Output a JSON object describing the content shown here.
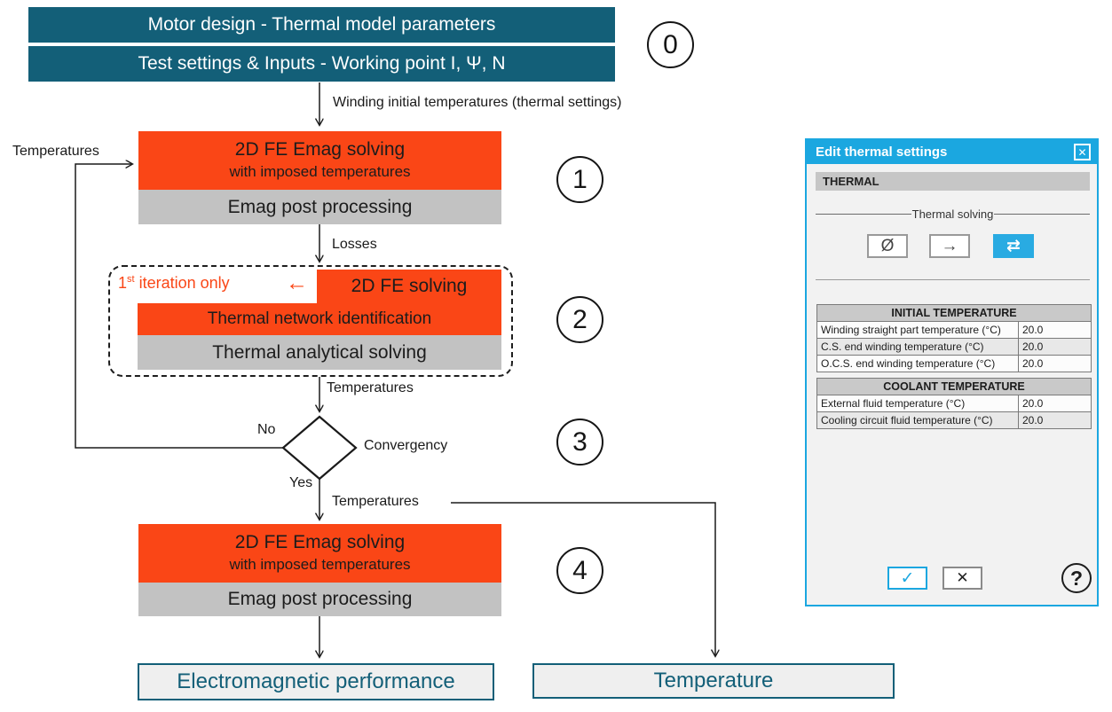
{
  "colors": {
    "teal": "#135f78",
    "orange": "#fa4616",
    "gray_band": "#c2c2c2",
    "dialog_blue": "#1ba7e0",
    "selected_button_blue": "#29abe2"
  },
  "flow": {
    "input_box_1": "Motor design - Thermal model parameters",
    "input_box_2": "Test settings & Inputs - Working point I, Ψ, N",
    "badges": {
      "b0": "0",
      "b1": "1",
      "b2": "2",
      "b3": "3",
      "b4": "4"
    },
    "labels": {
      "winding": "Winding initial temperatures (thermal settings)",
      "losses": "Losses",
      "temperatures": "Temperatures",
      "no": "No",
      "yes": "Yes",
      "convergency": "Convergency"
    },
    "step1": {
      "title": "2D FE Emag solving",
      "subtitle": "with imposed temperatures",
      "post": "Emag post processing"
    },
    "step2": {
      "note_num": "1",
      "note_sup": "st",
      "note_rest": " iteration only",
      "note_arrow": "←",
      "fe": "2D FE solving",
      "network": "Thermal network identification",
      "analytical": "Thermal analytical solving"
    },
    "step4": {
      "title": "2D FE Emag solving",
      "subtitle": "with imposed temperatures",
      "post": "Emag post processing"
    },
    "outputs": {
      "emag": "Electromagnetic performance",
      "temperature": "Temperature"
    }
  },
  "dialog": {
    "title": "Edit thermal settings",
    "close_glyph": "✕",
    "section_header": "THERMAL",
    "group_label": "Thermal solving",
    "solving_buttons": [
      {
        "name": "no-thermal-solving",
        "glyph": "Ø",
        "selected": false
      },
      {
        "name": "single-pass-solving",
        "glyph": "→",
        "selected": false
      },
      {
        "name": "iterative-solving",
        "glyph": "⇄",
        "selected": true
      }
    ],
    "tables": [
      {
        "header": "INITIAL TEMPERATURE",
        "rows": [
          {
            "label": "Winding straight part temperature (°C)",
            "value": "20.0"
          },
          {
            "label": "C.S. end winding temperature (°C)",
            "value": "20.0"
          },
          {
            "label": "O.C.S. end winding temperature (°C)",
            "value": "20.0"
          }
        ]
      },
      {
        "header": "COOLANT TEMPERATURE",
        "rows": [
          {
            "label": "External fluid temperature (°C)",
            "value": "20.0"
          },
          {
            "label": "Cooling circuit fluid temperature (°C)",
            "value": "20.0"
          }
        ]
      }
    ],
    "ok_glyph": "✓",
    "cancel_glyph": "✕",
    "help_glyph": "?"
  }
}
